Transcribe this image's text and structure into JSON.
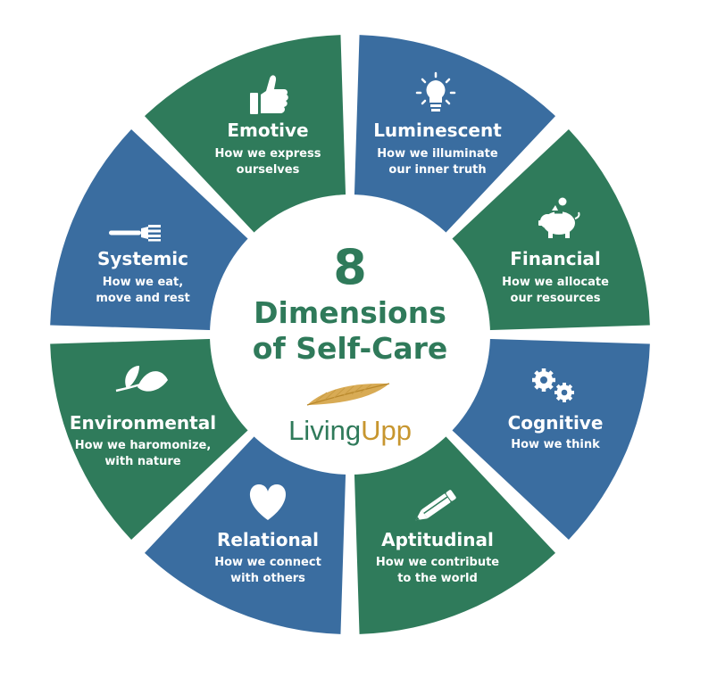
{
  "colors": {
    "green": "#2f7b5b",
    "blue": "#3a6da0",
    "center_bg": "#ffffff",
    "center_text": "#2f7a5a",
    "brand_green": "#2f7a5a",
    "brand_gold": "#c7962f"
  },
  "center": {
    "number": "8",
    "line1": "Dimensions",
    "line2": "of Self-Care"
  },
  "brand": {
    "part1": "Living",
    "part2": "Upp",
    "logo_icon": "feather-icon"
  },
  "segments": [
    {
      "key": "luminescent",
      "title": "Luminescent",
      "desc1": "How we illuminate",
      "desc2": "our inner truth",
      "color": "#3a6da0",
      "icon": "lightbulb-icon"
    },
    {
      "key": "financial",
      "title": "Financial",
      "desc1": "How we allocate",
      "desc2": "our resources",
      "color": "#2f7b5b",
      "icon": "piggy-bank-icon"
    },
    {
      "key": "cognitive",
      "title": "Cognitive",
      "desc1": "How we think",
      "desc2": "",
      "color": "#3a6da0",
      "icon": "gears-icon"
    },
    {
      "key": "aptitudinal",
      "title": "Aptitudinal",
      "desc1": "How we contribute",
      "desc2": "to the world",
      "color": "#2f7b5b",
      "icon": "pencil-icon"
    },
    {
      "key": "relational",
      "title": "Relational",
      "desc1": "How we connect",
      "desc2": "with others",
      "color": "#3a6da0",
      "icon": "heart-icon"
    },
    {
      "key": "environmental",
      "title": "Environmental",
      "desc1": "How we haromonize,",
      "desc2": "with nature",
      "color": "#2f7b5b",
      "icon": "leaf-icon"
    },
    {
      "key": "systemic",
      "title": "Systemic",
      "desc1": "How we eat,",
      "desc2": "move and rest",
      "color": "#3a6da0",
      "icon": "fork-icon"
    },
    {
      "key": "emotive",
      "title": "Emotive",
      "desc1": "How we express",
      "desc2": "ourselves",
      "color": "#2f7b5b",
      "icon": "thumbs-up-icon"
    }
  ]
}
